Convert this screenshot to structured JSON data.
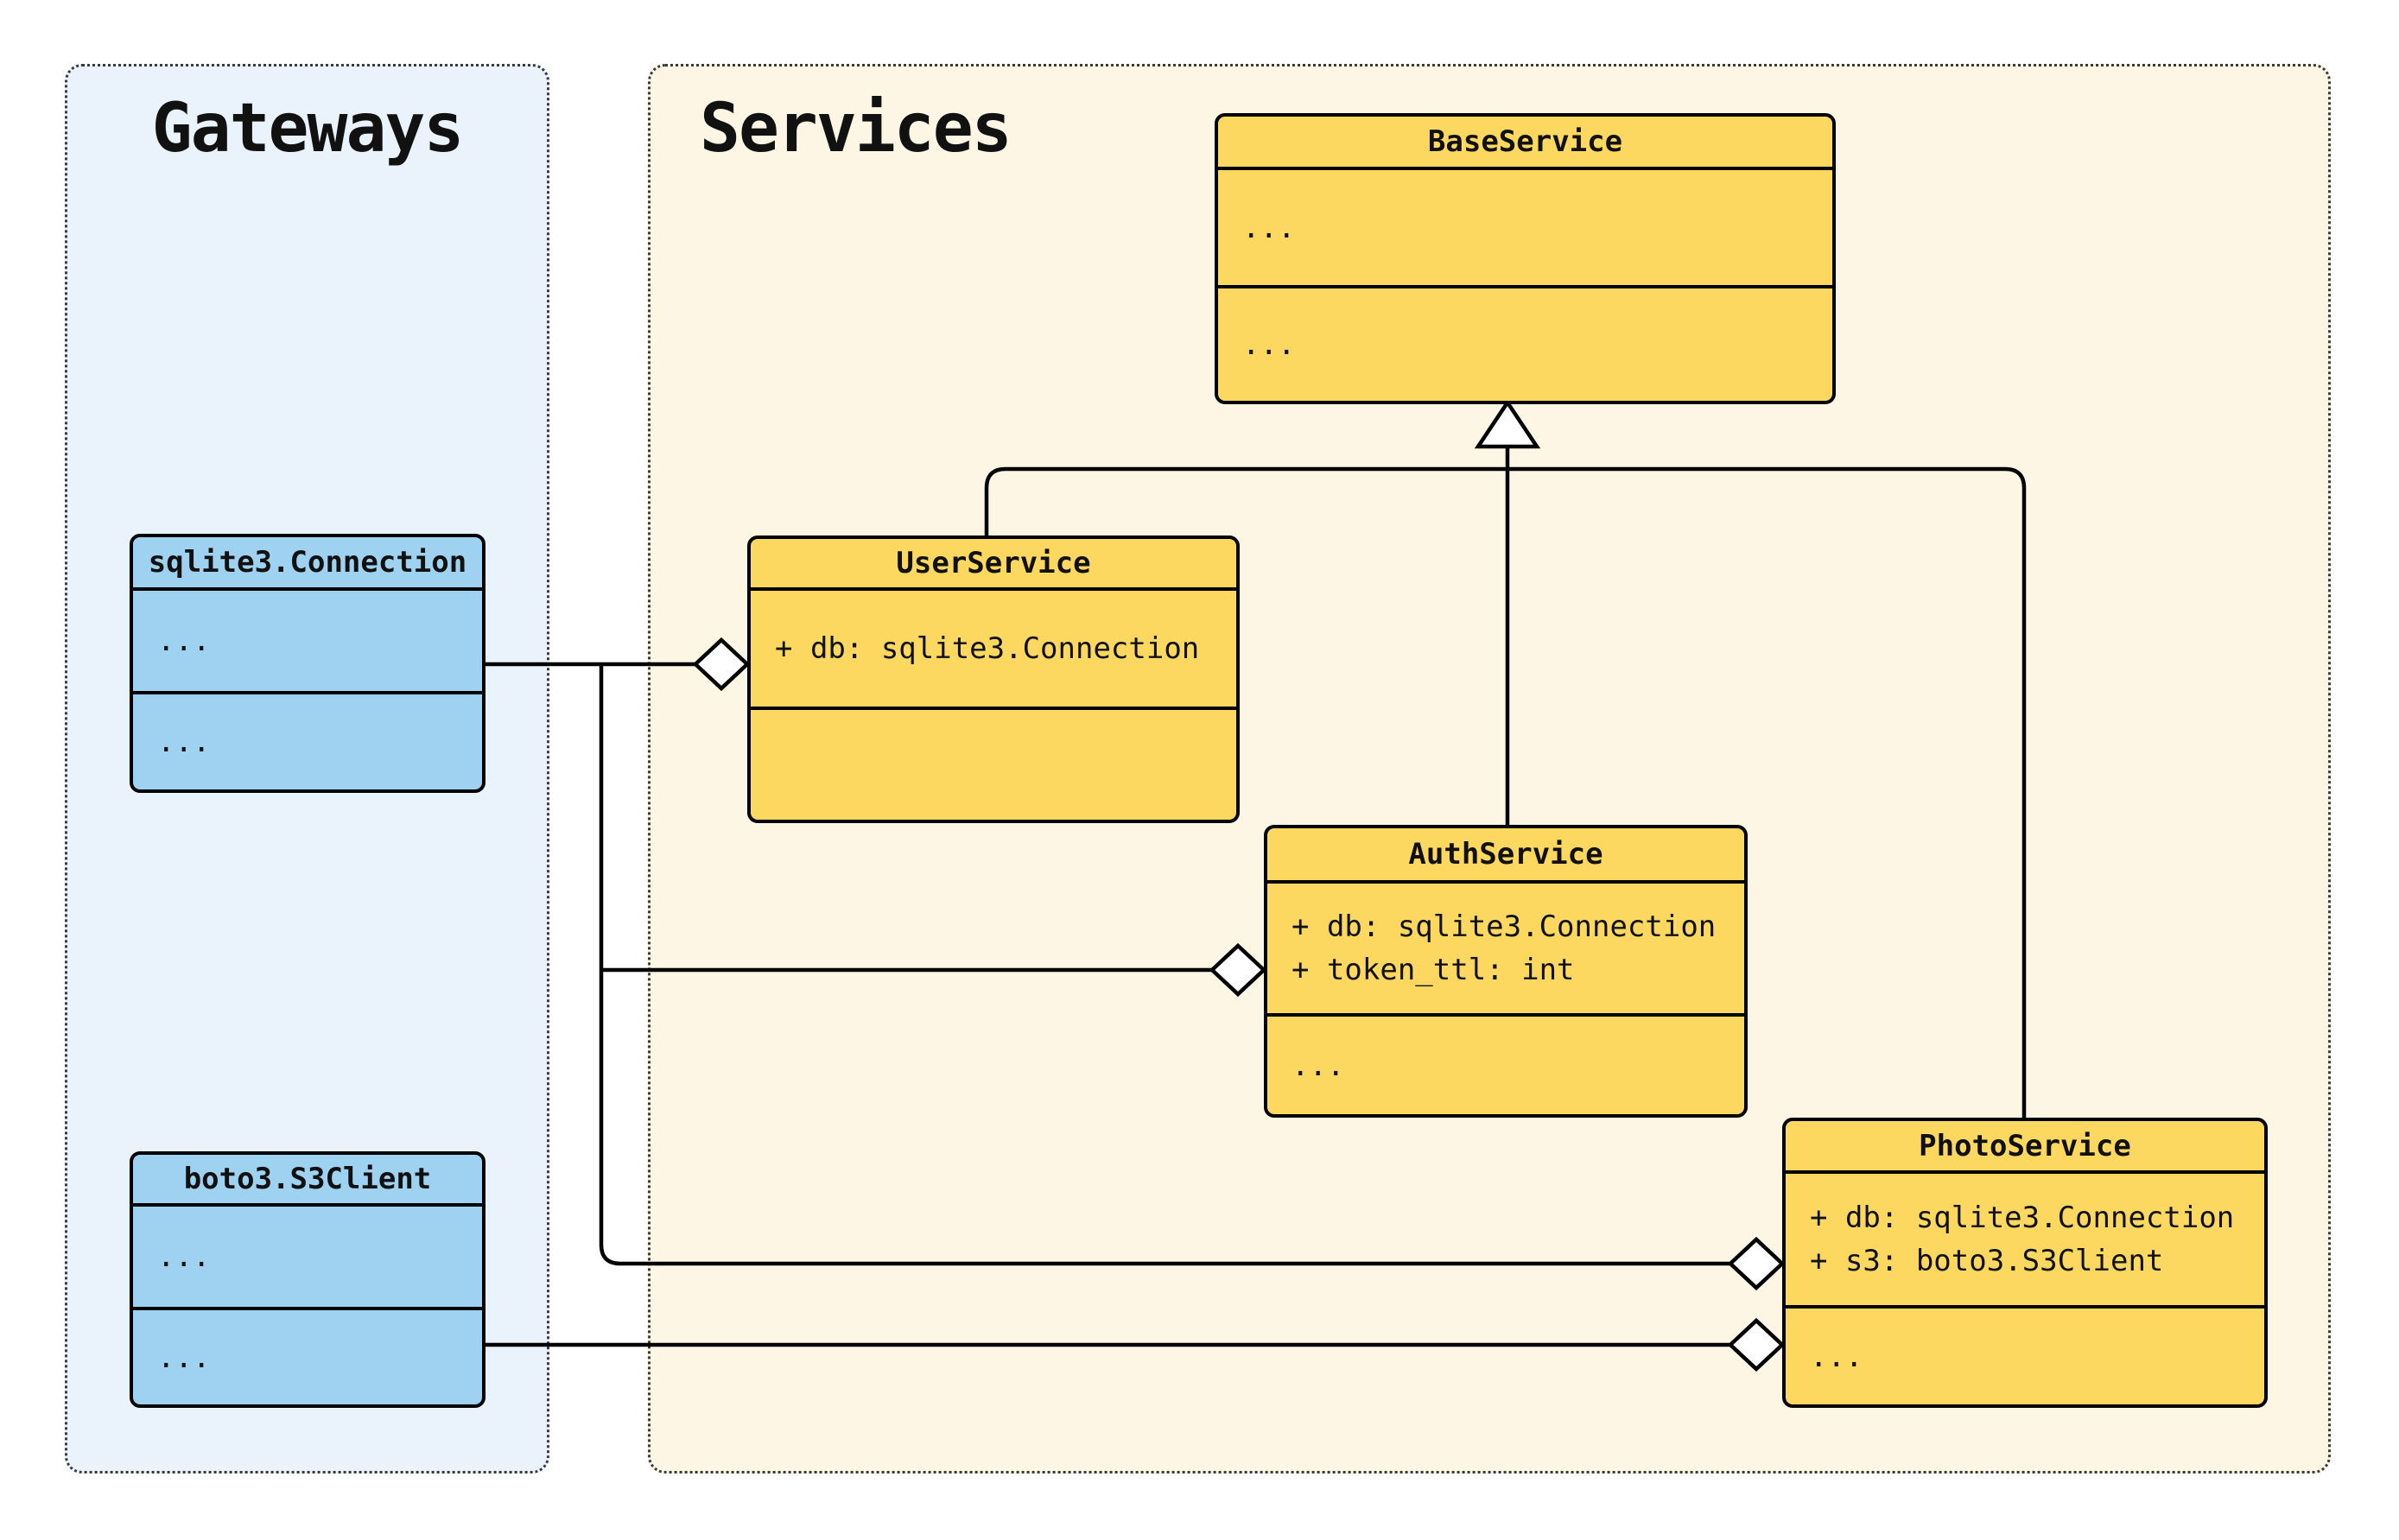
{
  "diagram": {
    "groups": {
      "gateways": {
        "title": "Gateways"
      },
      "services": {
        "title": "Services"
      }
    },
    "classes": {
      "sqlite_connection": {
        "name": "sqlite3.Connection",
        "attributes": [
          "..."
        ],
        "methods": [
          "..."
        ]
      },
      "boto_s3client": {
        "name": "boto3.S3Client",
        "attributes": [
          "..."
        ],
        "methods": [
          "..."
        ]
      },
      "base_service": {
        "name": "BaseService",
        "attributes": [
          "..."
        ],
        "methods": [
          "..."
        ]
      },
      "user_service": {
        "name": "UserService",
        "attributes": [
          "+ db: sqlite3.Connection"
        ],
        "methods": []
      },
      "auth_service": {
        "name": "AuthService",
        "attributes": [
          "+ db: sqlite3.Connection",
          "+ token_ttl: int"
        ],
        "methods": [
          "..."
        ]
      },
      "photo_service": {
        "name": "PhotoService",
        "attributes": [
          "+ db: sqlite3.Connection",
          "+ s3: boto3.S3Client"
        ],
        "methods": [
          "..."
        ]
      }
    },
    "relationships": [
      {
        "type": "inheritance",
        "from": "UserService",
        "to": "BaseService"
      },
      {
        "type": "inheritance",
        "from": "AuthService",
        "to": "BaseService"
      },
      {
        "type": "inheritance",
        "from": "PhotoService",
        "to": "BaseService"
      },
      {
        "type": "aggregation",
        "from": "UserService",
        "to": "sqlite3.Connection"
      },
      {
        "type": "aggregation",
        "from": "AuthService",
        "to": "sqlite3.Connection"
      },
      {
        "type": "aggregation",
        "from": "PhotoService",
        "to": "sqlite3.Connection"
      },
      {
        "type": "aggregation",
        "from": "PhotoService",
        "to": "boto3.S3Client"
      }
    ],
    "colors": {
      "service_fill": "#fcd860",
      "gateway_fill": "#9ed2f0",
      "gateways_bg": "#eaf2fb",
      "services_bg": "#fdf6e4",
      "stroke": "#000000",
      "container_border": "#3a3a3a",
      "page_bg": "#ffffff",
      "marker_fill": "#ffffff"
    }
  }
}
